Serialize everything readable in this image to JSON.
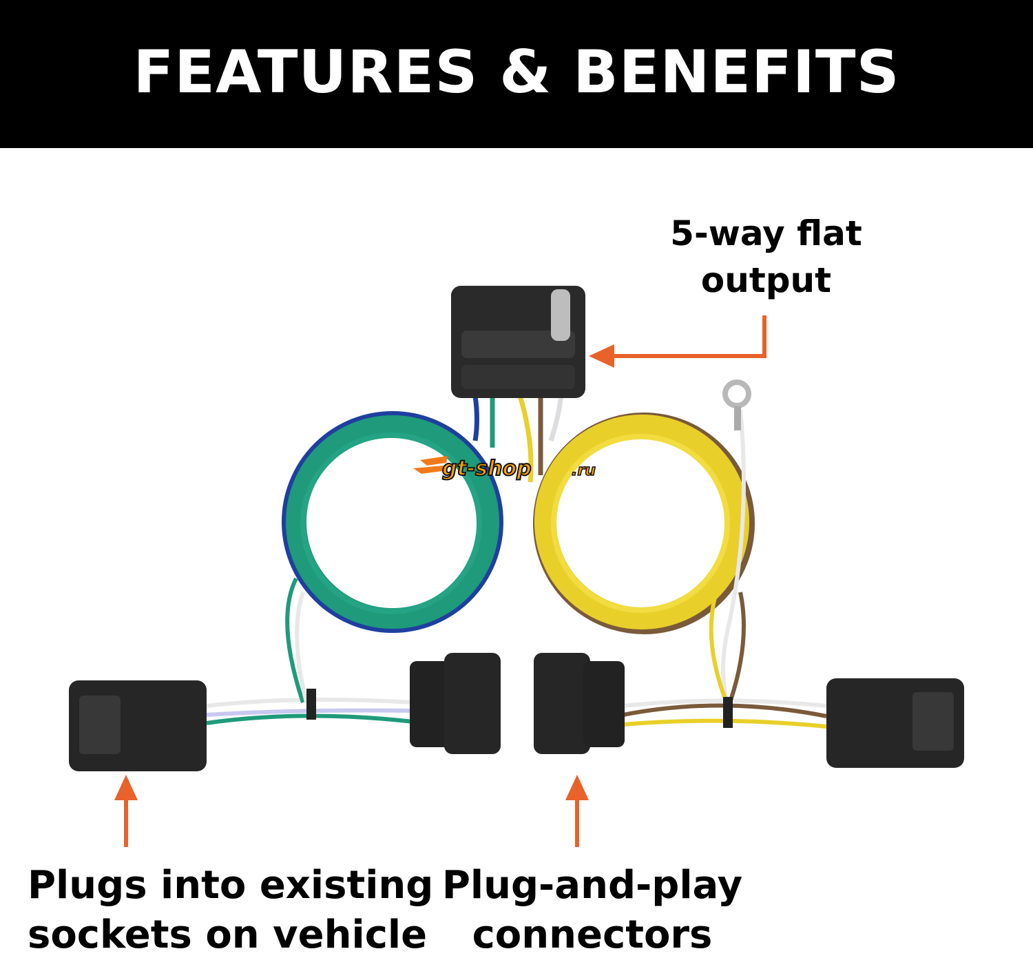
{
  "header": {
    "title": "FEATURES & BENEFITS"
  },
  "callouts": {
    "output": [
      "5-way flat",
      "output"
    ],
    "sockets": [
      "Plugs into existing",
      "sockets on vehicle"
    ],
    "connectors": [
      "Plug-and-play",
      "connectors"
    ]
  },
  "watermark": "gt-shop.ru",
  "colors": {
    "arrow": "#e8622a",
    "header_bg": "#000000",
    "green_wire": "#1f9a7a",
    "yellow_wire": "#e9cf2a",
    "blue_wire": "#1f3fa0",
    "brown_wire": "#7a5a3a"
  }
}
